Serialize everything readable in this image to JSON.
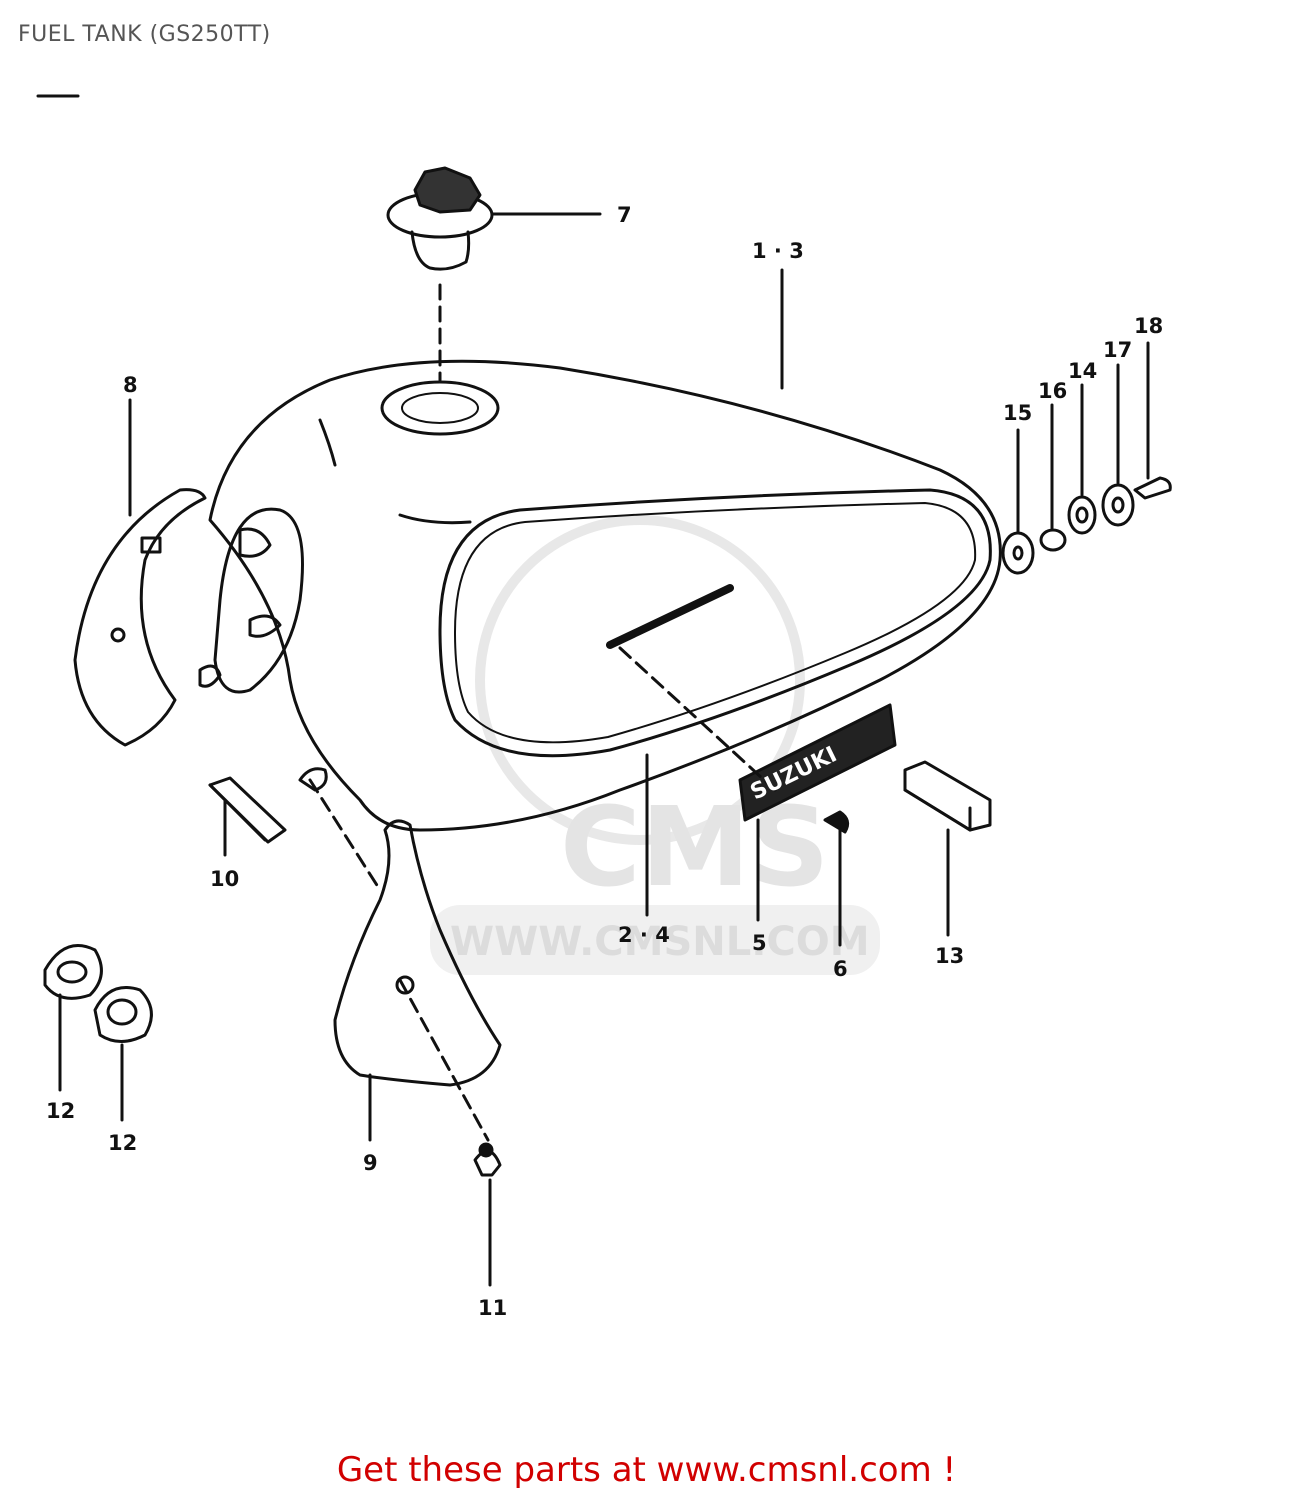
{
  "page": {
    "title": "FUEL TANK (GS250TT)"
  },
  "watermark": {
    "logo_text": "CMS",
    "url_text": "WWW.CMSNL.COM"
  },
  "emblem": {
    "text": "SUZUKI"
  },
  "callouts": [
    "1 · 3",
    "2 · 4",
    "5",
    "6",
    "7",
    "8",
    "9",
    "10",
    "11",
    "12",
    "12",
    "13",
    "14",
    "15",
    "16",
    "17",
    "18"
  ],
  "footer": {
    "link_text": "Get these parts at www.cmsnl.com !",
    "color": "#d10000"
  },
  "colors": {
    "line": "#111111",
    "title": "#555555",
    "watermark": "#e4e4e4"
  }
}
